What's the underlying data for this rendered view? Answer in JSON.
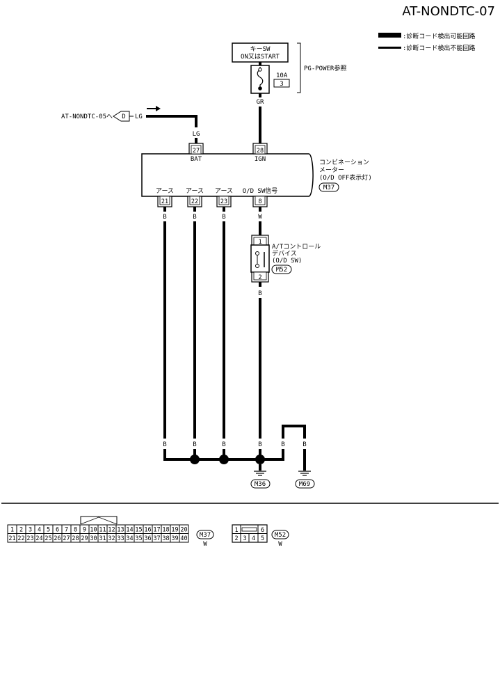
{
  "page_id": "AT-NONDTC-07",
  "legend": {
    "thick_label": ":診断コード検出可能回路",
    "thin_label": ":診断コード検出不能回路"
  },
  "ignition": {
    "line1": "キーSW",
    "line2": "ON又はSTART",
    "fuse_amp": "10A",
    "fuse_no": "3",
    "ref": "PG-POWER参照",
    "wire": "GR"
  },
  "offpage": {
    "target": "AT-NONDTC-05へ",
    "letter": "D",
    "wire": "LG",
    "wire_vertical": "LG"
  },
  "meter": {
    "name1": "コンビネーション",
    "name2": "メーター",
    "name3": "(O/D OFF表示灯)",
    "connector": "M37",
    "pins": {
      "p27": "27",
      "p27_label": "BAT",
      "p28": "28",
      "p28_label": "IGN",
      "p21": "21",
      "p21_label": "アース",
      "p22": "22",
      "p22_label": "アース",
      "p23": "23",
      "p23_label": "アース",
      "p8": "8",
      "p8_label": "O/D SW信号"
    }
  },
  "wires": {
    "w21": "B",
    "w22": "B",
    "w23": "B",
    "w8": "W",
    "w_sw": "B",
    "b21": "B",
    "b22": "B",
    "b23": "B",
    "b8": "B",
    "b_m36": "B",
    "b_m69": "B"
  },
  "switch": {
    "name1": "A/Tコントロール",
    "name2": "デバイス",
    "name3": "(O/D SW)",
    "connector": "M52",
    "pin_top": "1",
    "pin_bottom": "2"
  },
  "grounds": {
    "g1": "M36",
    "g2": "M69"
  },
  "connectors": {
    "m37": {
      "id": "M37",
      "color": "W",
      "row1": [
        "1",
        "2",
        "3",
        "4",
        "5",
        "6",
        "7",
        "8",
        "9",
        "10",
        "11",
        "12",
        "13",
        "14",
        "15",
        "16",
        "17",
        "18",
        "19",
        "20"
      ],
      "row2": [
        "21",
        "22",
        "23",
        "24",
        "25",
        "26",
        "27",
        "28",
        "29",
        "30",
        "31",
        "32",
        "33",
        "34",
        "35",
        "36",
        "37",
        "38",
        "39",
        "40"
      ]
    },
    "m52": {
      "id": "M52",
      "color": "W",
      "row1": [
        "1",
        "6"
      ],
      "row2": [
        "2",
        "3",
        "4",
        "5"
      ]
    }
  }
}
